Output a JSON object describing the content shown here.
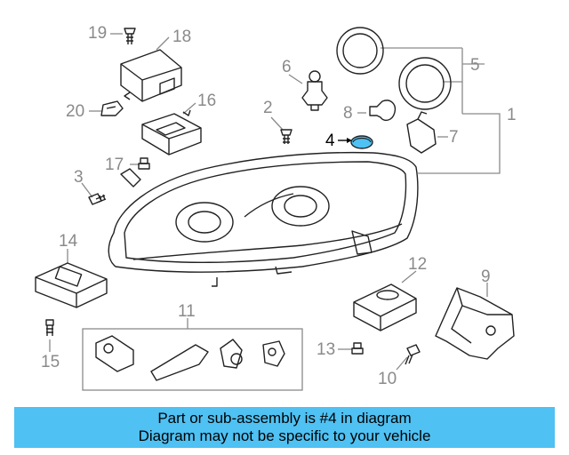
{
  "callouts": {
    "c1": "1",
    "c2": "2",
    "c3": "3",
    "c4": "4",
    "c5": "5",
    "c6": "6",
    "c7": "7",
    "c8": "8",
    "c9": "9",
    "c10": "10",
    "c11": "11",
    "c12": "12",
    "c13": "13",
    "c14": "14",
    "c15": "15",
    "c16": "16",
    "c17": "17",
    "c18": "18",
    "c19": "19",
    "c20": "20"
  },
  "banner": {
    "line1": "Part or sub-assembly is #4 in diagram",
    "line2": "Diagram may not be specific to your vehicle"
  },
  "colors": {
    "banner_bg": "#4fc1f3",
    "highlight_part": "#4fc1f3",
    "line_gray": "#8a8a8a",
    "part_stroke": "#222222"
  }
}
